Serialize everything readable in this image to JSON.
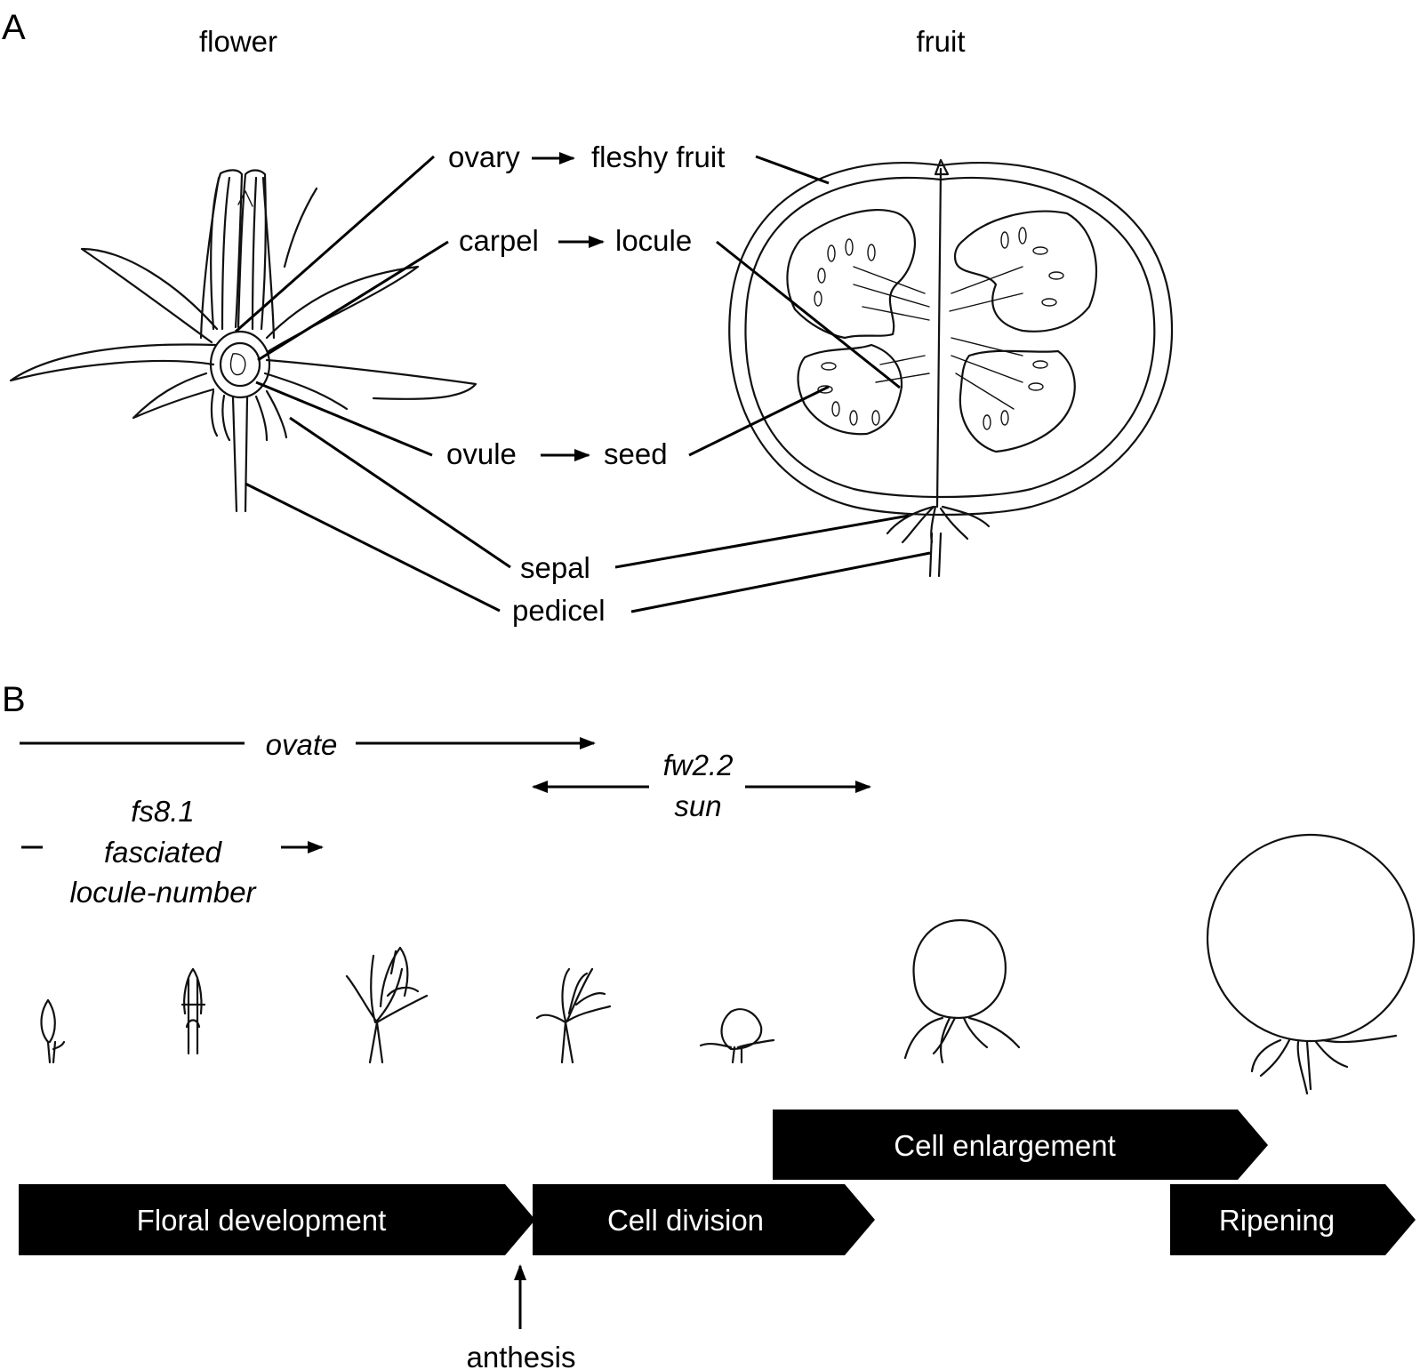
{
  "panel_a": {
    "letter": "A",
    "flower_title": "flower",
    "fruit_title": "fruit",
    "labels": {
      "ovary": "ovary",
      "fleshy_fruit": "fleshy fruit",
      "carpel": "carpel",
      "locule": "locule",
      "ovule": "ovule",
      "seed": "seed",
      "sepal": "sepal",
      "pedicel": "pedicel"
    }
  },
  "panel_b": {
    "letter": "B",
    "genes": {
      "ovate": "ovate",
      "fw22": "fw2.2",
      "sun": "sun",
      "fs81": "fs8.1",
      "fasciated": "fasciated",
      "locule_number": "locule-number"
    },
    "stages": {
      "floral_development": "Floral development",
      "cell_division": "Cell division",
      "cell_enlargement": "Cell enlargement",
      "ripening": "Ripening"
    },
    "anthesis": "anthesis"
  },
  "colors": {
    "ink": "#000000",
    "stage_fill": "#000000",
    "stage_text": "#ffffff",
    "background": "#ffffff"
  }
}
